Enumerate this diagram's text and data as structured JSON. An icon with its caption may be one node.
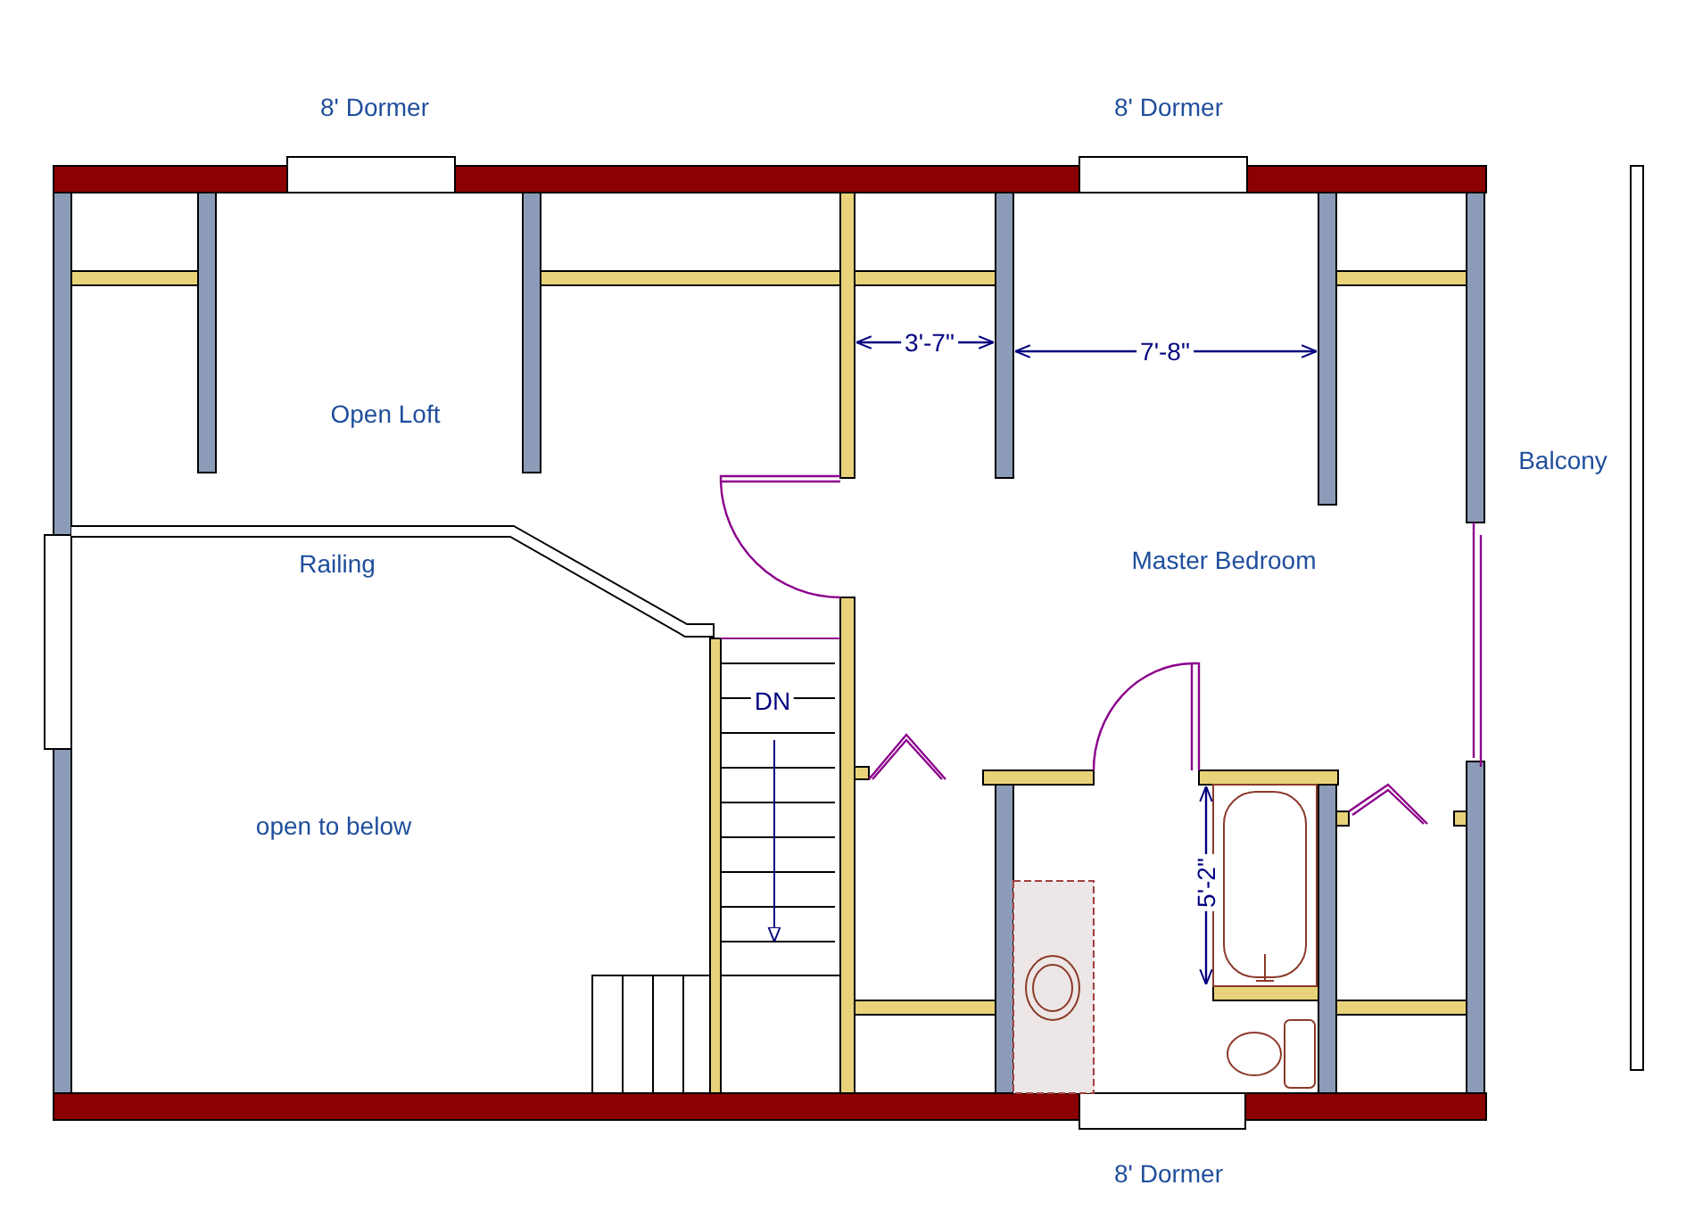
{
  "diagram": {
    "labels": [
      "8' Dormer",
      "8' Dormer",
      "3'-7\"",
      "7'-8\"",
      "Open Loft",
      "Balcony",
      "Master Bedroom",
      "Railing",
      "DN",
      "open to below",
      "5'-2\"",
      "8' Dormer"
    ]
  }
}
